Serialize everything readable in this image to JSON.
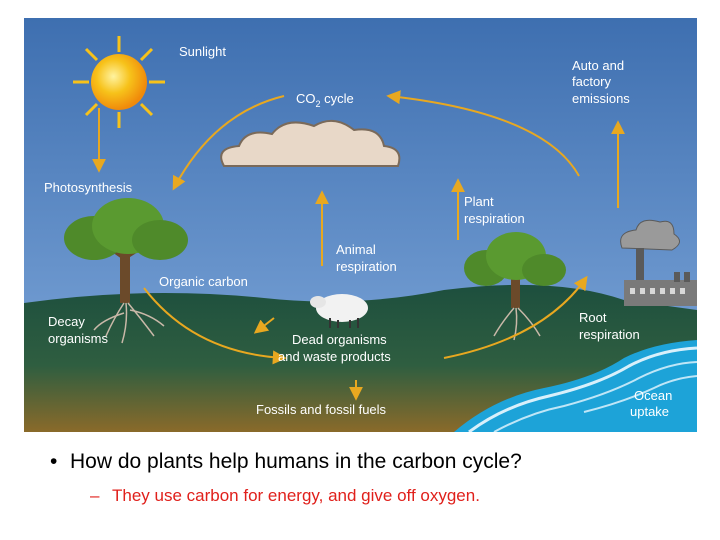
{
  "diagram": {
    "labels": {
      "sunlight": "Sunlight",
      "photosynthesis": "Photosynthesis",
      "co2_cycle_prefix": "CO",
      "co2_cycle_sub": "2",
      "co2_cycle_suffix": " cycle",
      "auto_line1": "Auto  and",
      "auto_line2": "factory",
      "auto_line3": "emissions",
      "plant_resp_line1": "Plant",
      "plant_resp_line2": "respiration",
      "animal_resp_line1": "Animal",
      "animal_resp_line2": "respiration",
      "organic_carbon": "Organic  carbon",
      "decay_line1": "Decay",
      "decay_line2": "organisms",
      "dead_line1": "Dead organisms",
      "dead_line2": "and waste products",
      "root_line1": "Root",
      "root_line2": "respiration",
      "fossils": "Fossils  and  fossil  fuels",
      "ocean_line1": "Ocean",
      "ocean_line2": "uptake"
    },
    "colors": {
      "sky_top": "#3e6fb0",
      "sky_bottom": "#6f9ad0",
      "ground_top": "#1d4f3e",
      "ground_bottom": "#8a6a2a",
      "arrow": "#e8a820",
      "sun": "#f7c21a",
      "ocean": "#1da3d8"
    }
  },
  "bullets": {
    "question_marker": "•",
    "question": "How do plants help humans in the carbon cycle?",
    "answer_marker": "–",
    "answer": "They use carbon for energy, and give off oxygen.",
    "answer_color": "#e0201b"
  }
}
